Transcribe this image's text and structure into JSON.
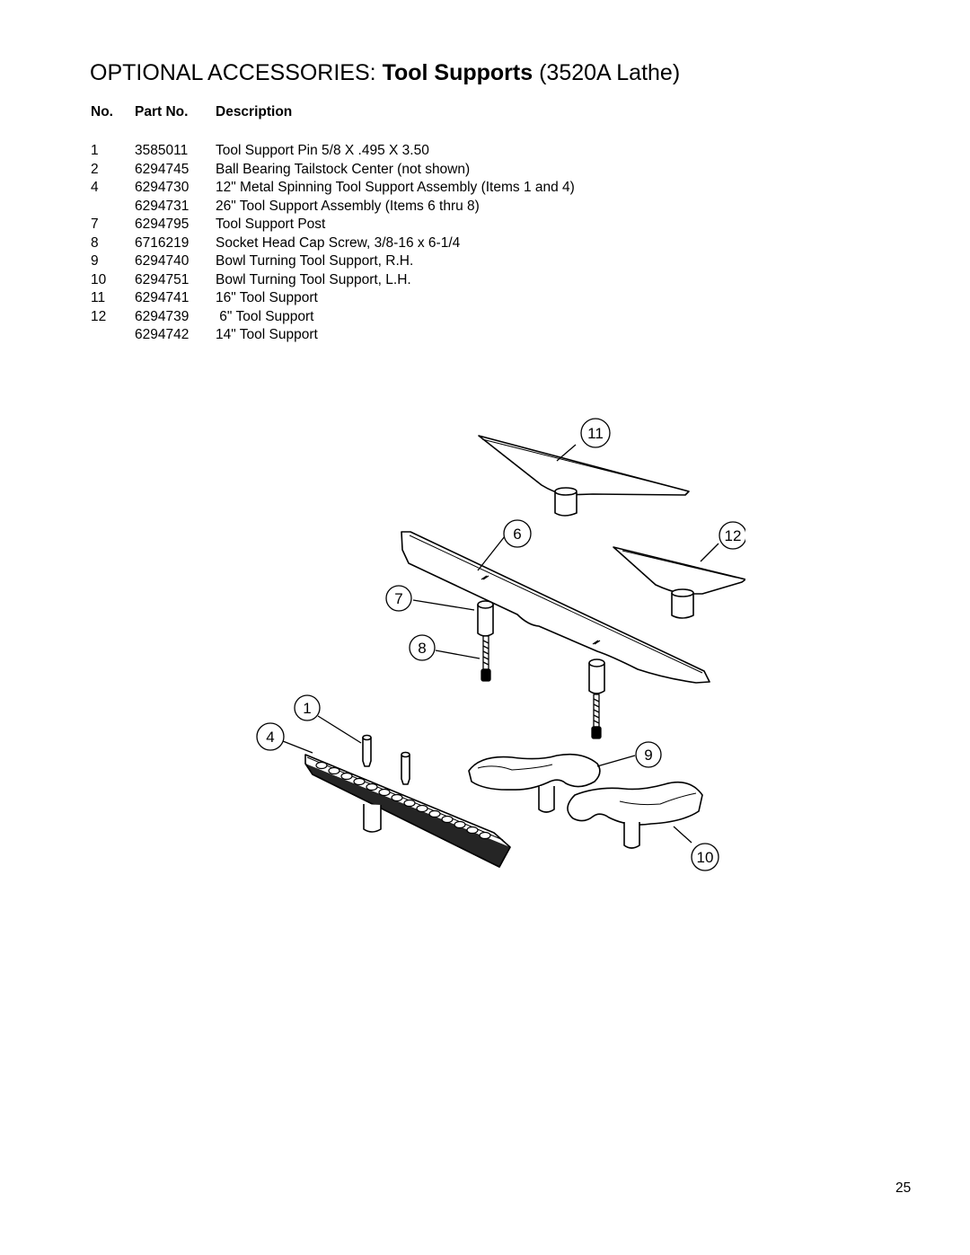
{
  "title": {
    "prefix": "OPTIONAL ACCESSORIES:",
    "bold": "Tool Supports",
    "suffix": "(3520A Lathe)"
  },
  "table": {
    "headers": {
      "no": "No.",
      "part_no": "Part No.",
      "description": "Description"
    },
    "rows": [
      {
        "no": "1",
        "part_no": "3585011",
        "description": "Tool Support Pin 5/8 X .495 X 3.50"
      },
      {
        "no": "2",
        "part_no": "6294745",
        "description": "Ball Bearing Tailstock Center (not shown)"
      },
      {
        "no": "4",
        "part_no": "6294730",
        "description": "12\" Metal Spinning Tool Support Assembly (Items 1 and 4)"
      },
      {
        "no": "",
        "part_no": "6294731",
        "description": "26\" Tool Support Assembly (Items 6 thru 8)"
      },
      {
        "no": "7",
        "part_no": "6294795",
        "description": "Tool Support Post"
      },
      {
        "no": "8",
        "part_no": "6716219",
        "description": "Socket Head Cap Screw, 3/8-16 x 6-1/4"
      },
      {
        "no": "9",
        "part_no": "6294740",
        "description": "Bowl Turning Tool Support, R.H."
      },
      {
        "no": "10",
        "part_no": "6294751",
        "description": "Bowl Turning Tool Support, L.H."
      },
      {
        "no": "11",
        "part_no": "6294741",
        "description": "16\" Tool Support"
      },
      {
        "no": "12",
        "part_no": "6294739",
        "description": " 6\" Tool Support"
      },
      {
        "no": "",
        "part_no": "6294742",
        "description": "14\" Tool Support"
      }
    ]
  },
  "diagram": {
    "callouts": {
      "c1": "1",
      "c4": "4",
      "c6": "6",
      "c7": "7",
      "c8": "8",
      "c9": "9",
      "c10": "10",
      "c11": "11",
      "c12": "12"
    }
  },
  "page_number": "25"
}
